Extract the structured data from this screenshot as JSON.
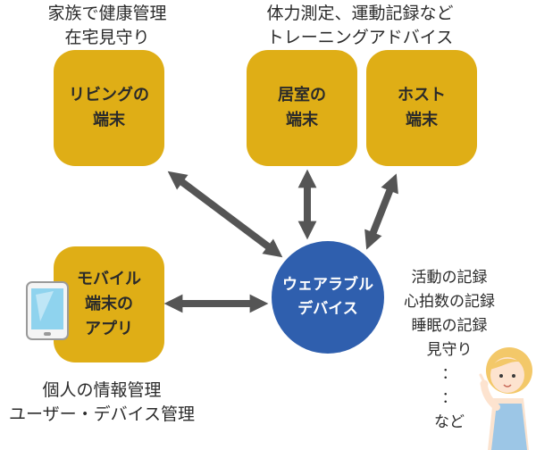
{
  "top_left_caption": [
    "家族で健康管理",
    "在宅見守り"
  ],
  "top_right_caption": [
    "体力測定、運動記録など",
    "トレーニングアドバイス"
  ],
  "boxes": {
    "living": [
      "リビングの",
      "端末"
    ],
    "room": [
      "居室の",
      "端末"
    ],
    "host": [
      "ホスト",
      "端末"
    ],
    "mobile": [
      "モバイル",
      "端末の",
      "アプリ"
    ]
  },
  "center": [
    "ウェアラブル",
    "デバイス"
  ],
  "bottom_left_caption": [
    "個人の情報管理",
    "ユーザー・デバイス管理"
  ],
  "records": [
    "活動の記録",
    "心拍数の記録",
    "睡眠の記録",
    "見守り",
    "：",
    "：",
    "など"
  ],
  "colors": {
    "box": "#dfae16",
    "center": "#2f5fae",
    "arrow": "#555555"
  },
  "icons": [
    "tablet-icon",
    "woman-pointing-illustration"
  ]
}
